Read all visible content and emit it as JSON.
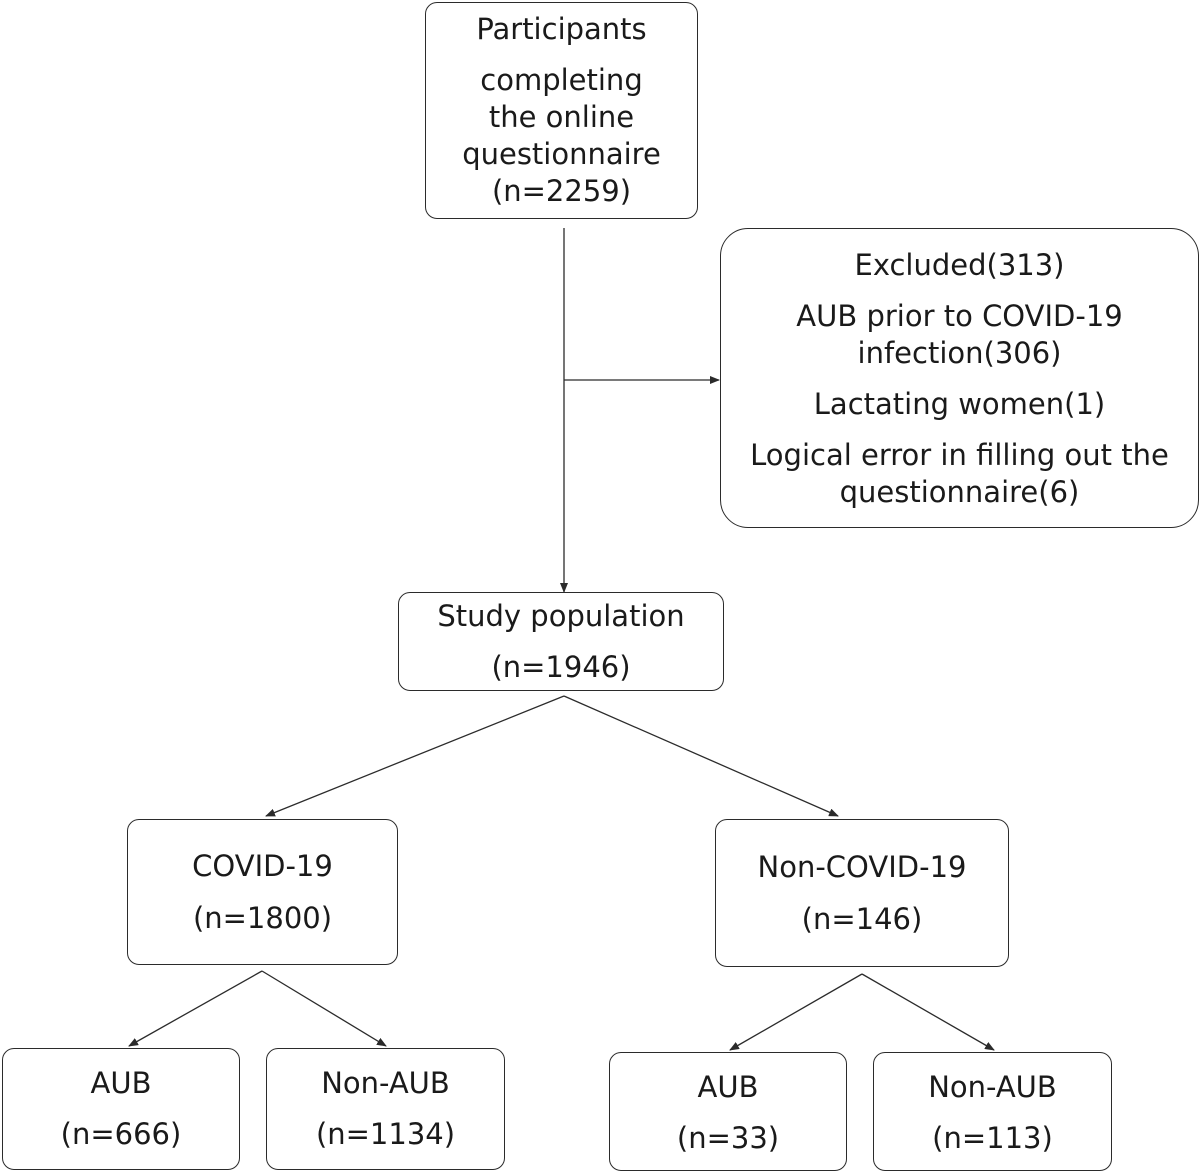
{
  "participants": {
    "title": "Participants",
    "line1": "completing",
    "line2": "the online",
    "line3": "questionnaire",
    "count": "(n=2259)"
  },
  "excluded": {
    "title": "Excluded(313)",
    "reason1_line1": "AUB prior to COVID-19",
    "reason1_line2": "infection(306)",
    "reason2": "Lactating women(1)",
    "reason3_line1": "Logical error in filling out the",
    "reason3_line2": "questionnaire(6)"
  },
  "study_population": {
    "title": "Study population",
    "count": "(n=1946)"
  },
  "covid": {
    "title": "COVID-19",
    "count": "(n=1800)",
    "aub": {
      "title": "AUB",
      "count": "(n=666)"
    },
    "non_aub": {
      "title": "Non-AUB",
      "count": "(n=1134)"
    }
  },
  "non_covid": {
    "title": "Non-COVID-19",
    "count": "(n=146)",
    "aub": {
      "title": "AUB",
      "count": "(n=33)"
    },
    "non_aub": {
      "title": "Non-AUB",
      "count": "(n=113)"
    }
  },
  "colors": {
    "stroke": "#2b2b2b",
    "text": "#1a1a1a",
    "background": "#ffffff"
  }
}
